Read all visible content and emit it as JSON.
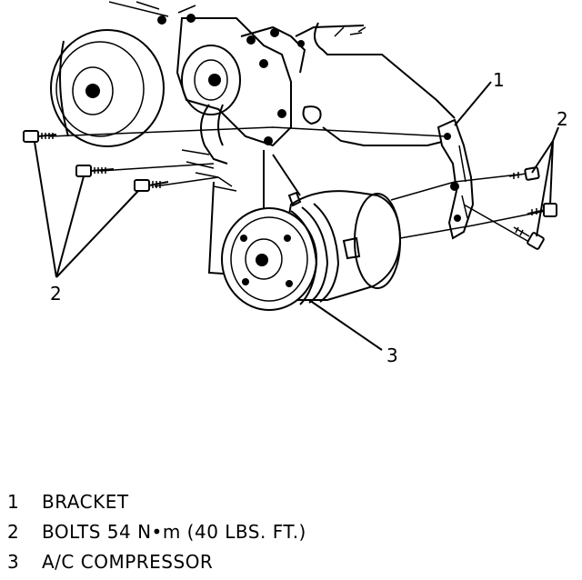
{
  "callouts": {
    "bracket": "1",
    "bolts_right": "2",
    "bolts_left": "2",
    "compressor": "3"
  },
  "legend": [
    {
      "num": "1",
      "text": "BRACKET"
    },
    {
      "num": "2",
      "text": "BOLTS 54 N•m (40 LBS. FT.)"
    },
    {
      "num": "3",
      "text": "A/C COMPRESSOR"
    }
  ]
}
